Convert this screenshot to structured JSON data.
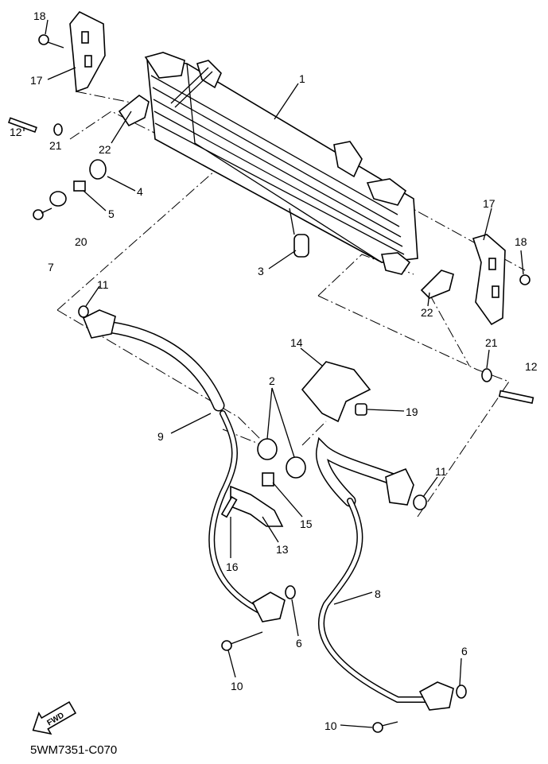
{
  "diagram_code": "5WM7351-C070",
  "fwd_label": "FWD",
  "callouts": [
    "18",
    "17",
    "12",
    "21",
    "22",
    "1",
    "4",
    "5",
    "20",
    "7",
    "3",
    "17",
    "18",
    "22",
    "21",
    "12",
    "11",
    "14",
    "19",
    "2",
    "9",
    "11",
    "15",
    "13",
    "16",
    "8",
    "6",
    "6",
    "10",
    "10"
  ]
}
